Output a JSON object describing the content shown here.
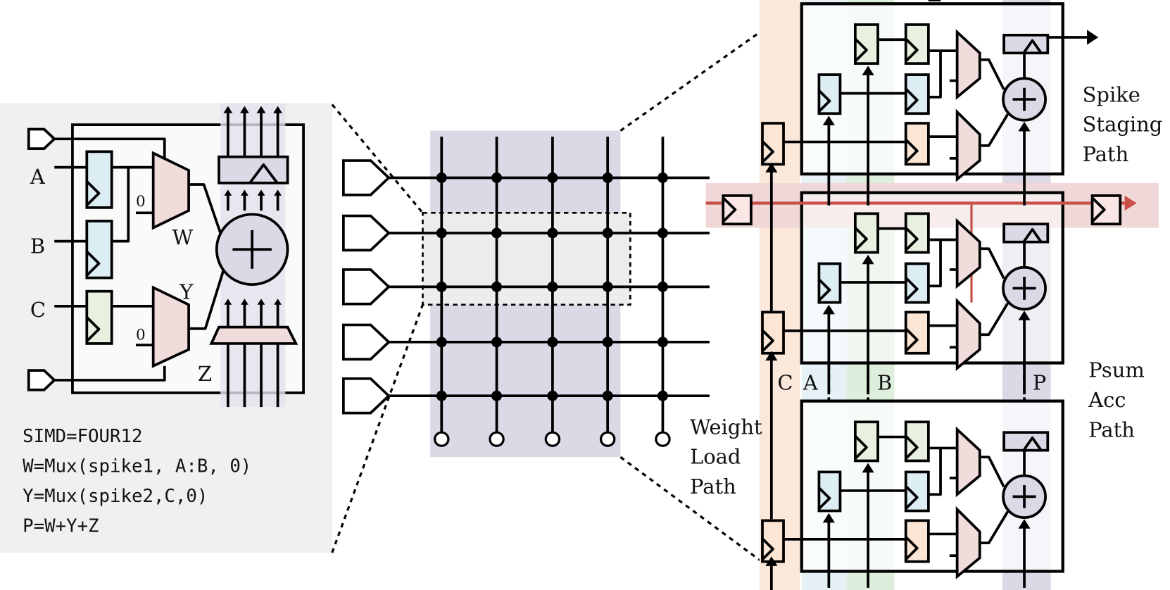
{
  "colors": {
    "flipflop_blue": "#dcedf4",
    "flipflop_green": "#e8f1df",
    "flipflop_orange": "#fbe6d6",
    "mux": "#f1dcdc",
    "adder": "#ddd8e6",
    "array_band": "#ddd8e6",
    "spike_path": "#c8504a",
    "panel_gray": "#f0f0f0"
  },
  "config_panel": {
    "inputs": {
      "a": "A",
      "b": "B",
      "c": "C"
    },
    "mux_zero_top": "0",
    "mux_zero_bottom": "0",
    "mux_w": "W",
    "mux_y": "Y",
    "psum_in": "Z",
    "code": [
      "SIMD=FOUR12",
      "W=Mux(spike1, A:B, 0)",
      "Y=Mux(spike2,C,0)",
      "P=W+Y+Z"
    ]
  },
  "pe_detail": {
    "spike_staging": [
      "Spike",
      "Staging",
      "Path"
    ],
    "psum_acc": [
      "Psum",
      "Acc",
      "Path"
    ],
    "weight_load": [
      "Weight",
      "Load",
      "Path"
    ],
    "column_labels": {
      "c": "C",
      "a": "A",
      "b": "B",
      "p": "P"
    }
  },
  "icons": [
    "flip-flop-icon",
    "mux-icon",
    "adder-icon",
    "input-port-icon",
    "register-icon"
  ]
}
